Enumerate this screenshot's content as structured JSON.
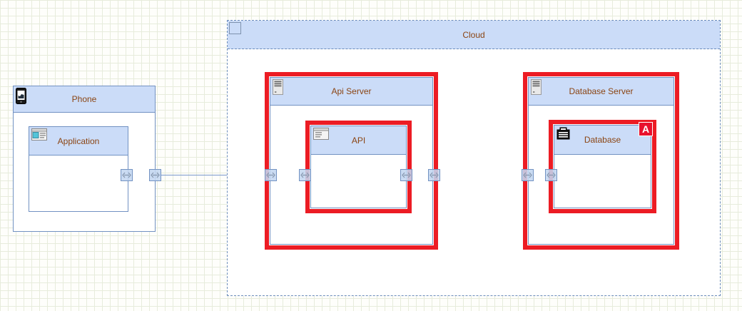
{
  "diagram": {
    "nodes": {
      "cloud": {
        "label": "Cloud",
        "type": "boundary"
      },
      "phone": {
        "label": "Phone",
        "type": "device"
      },
      "application": {
        "label": "Application",
        "type": "component"
      },
      "api_server": {
        "label": "Api Server",
        "type": "server",
        "highlighted": true
      },
      "api": {
        "label": "API",
        "type": "component",
        "highlighted": true
      },
      "database_server": {
        "label": "Database Server",
        "type": "server",
        "highlighted": true
      },
      "database": {
        "label": "Database",
        "type": "datastore",
        "highlighted": true,
        "badge": "A"
      }
    },
    "colors": {
      "header_fill": "#cbdcf8",
      "node_border": "#7292c2",
      "title_text": "#8b4513",
      "highlight_red": "#ec1c24",
      "badge_red": "#e8112d",
      "connector_blue": "#7a99cc",
      "grid_line": "#e7ecdc"
    }
  }
}
